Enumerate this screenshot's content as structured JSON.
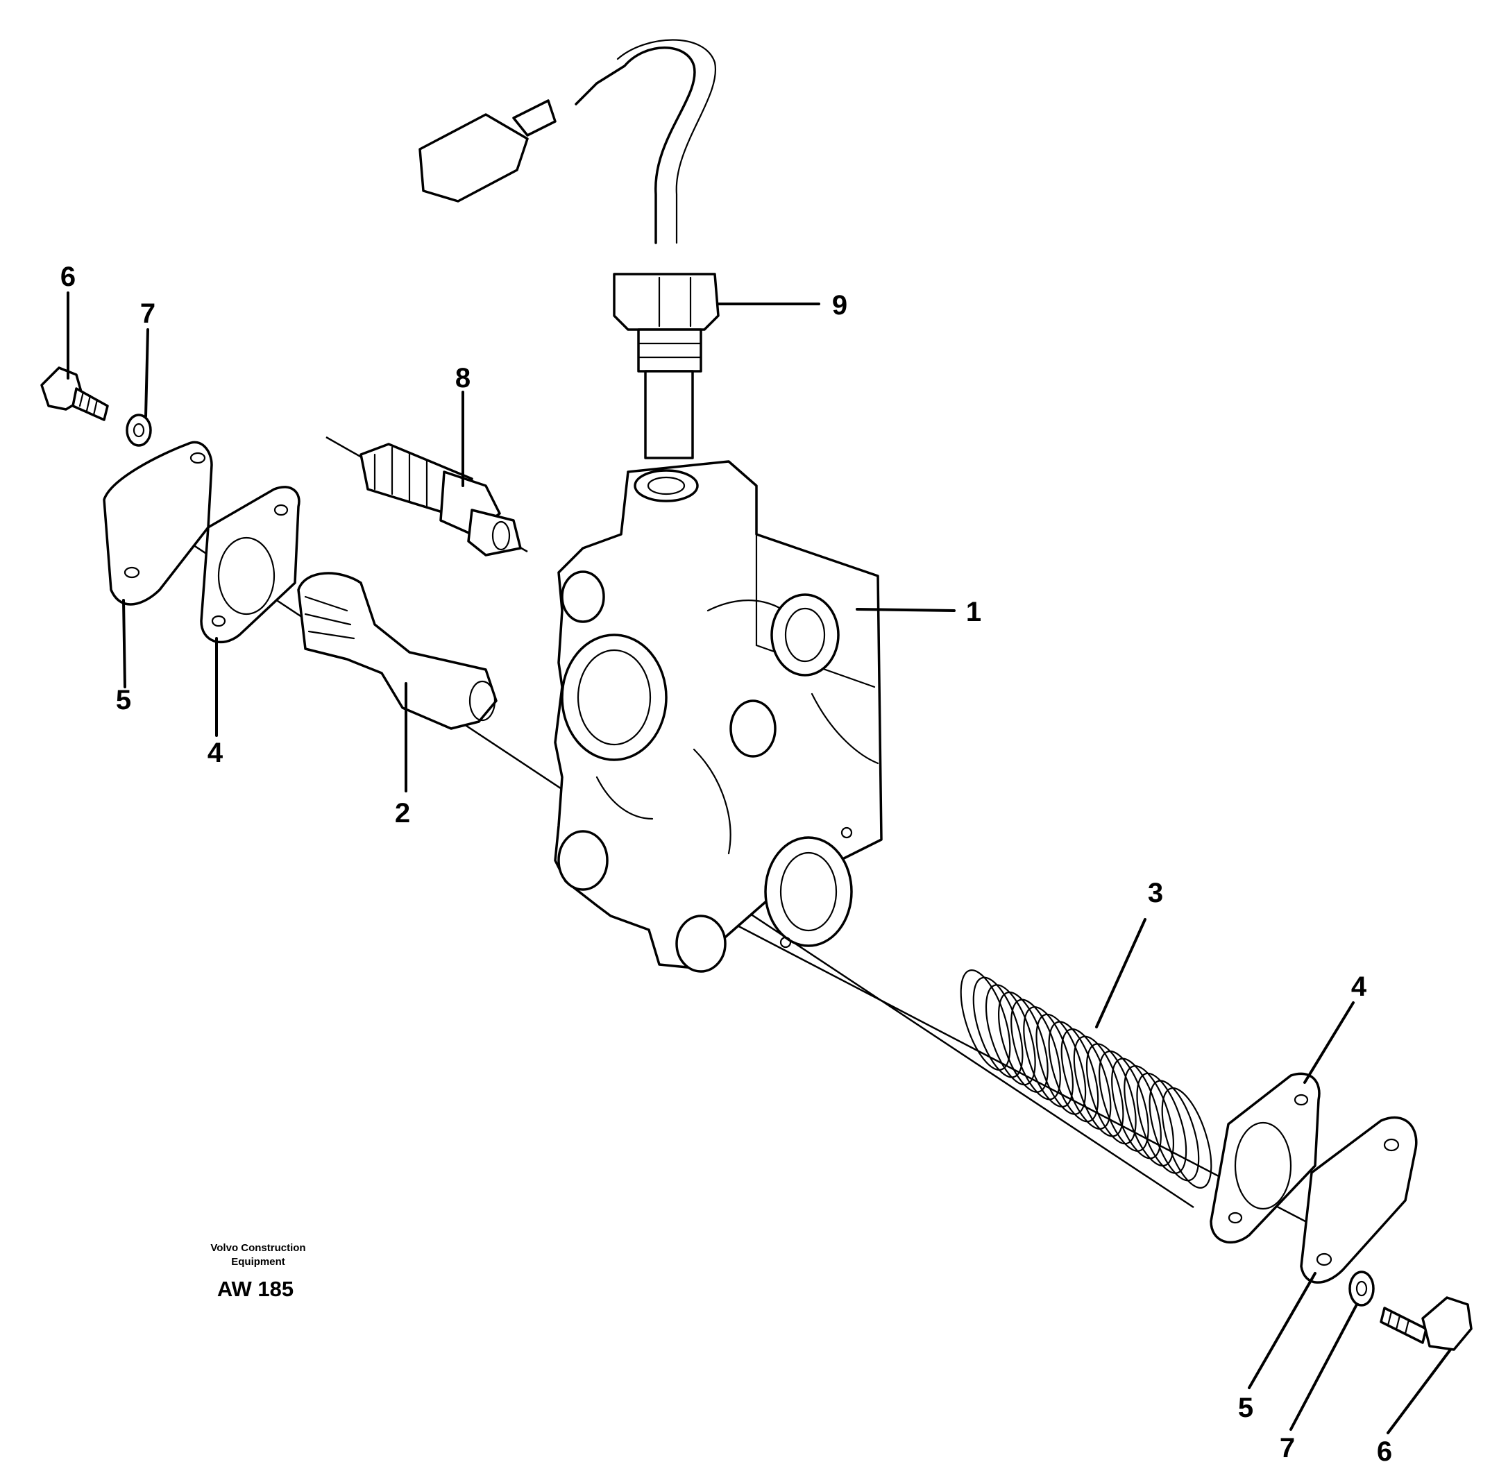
{
  "callouts": {
    "housing": "1",
    "spool": "2",
    "spring": "3",
    "gasket_left": "4",
    "gasket_right": "4",
    "cover_left": "5",
    "cover_right": "5",
    "screw_left": "6",
    "screw_right": "6",
    "washer_left": "7",
    "washer_right": "7",
    "plug": "8",
    "sensor": "9"
  },
  "footer": {
    "brand_line1": "Volvo Construction",
    "brand_line2": "Equipment",
    "drawing_number": "AW 185"
  },
  "colors": {
    "line": "#000000",
    "background": "#ffffff"
  }
}
